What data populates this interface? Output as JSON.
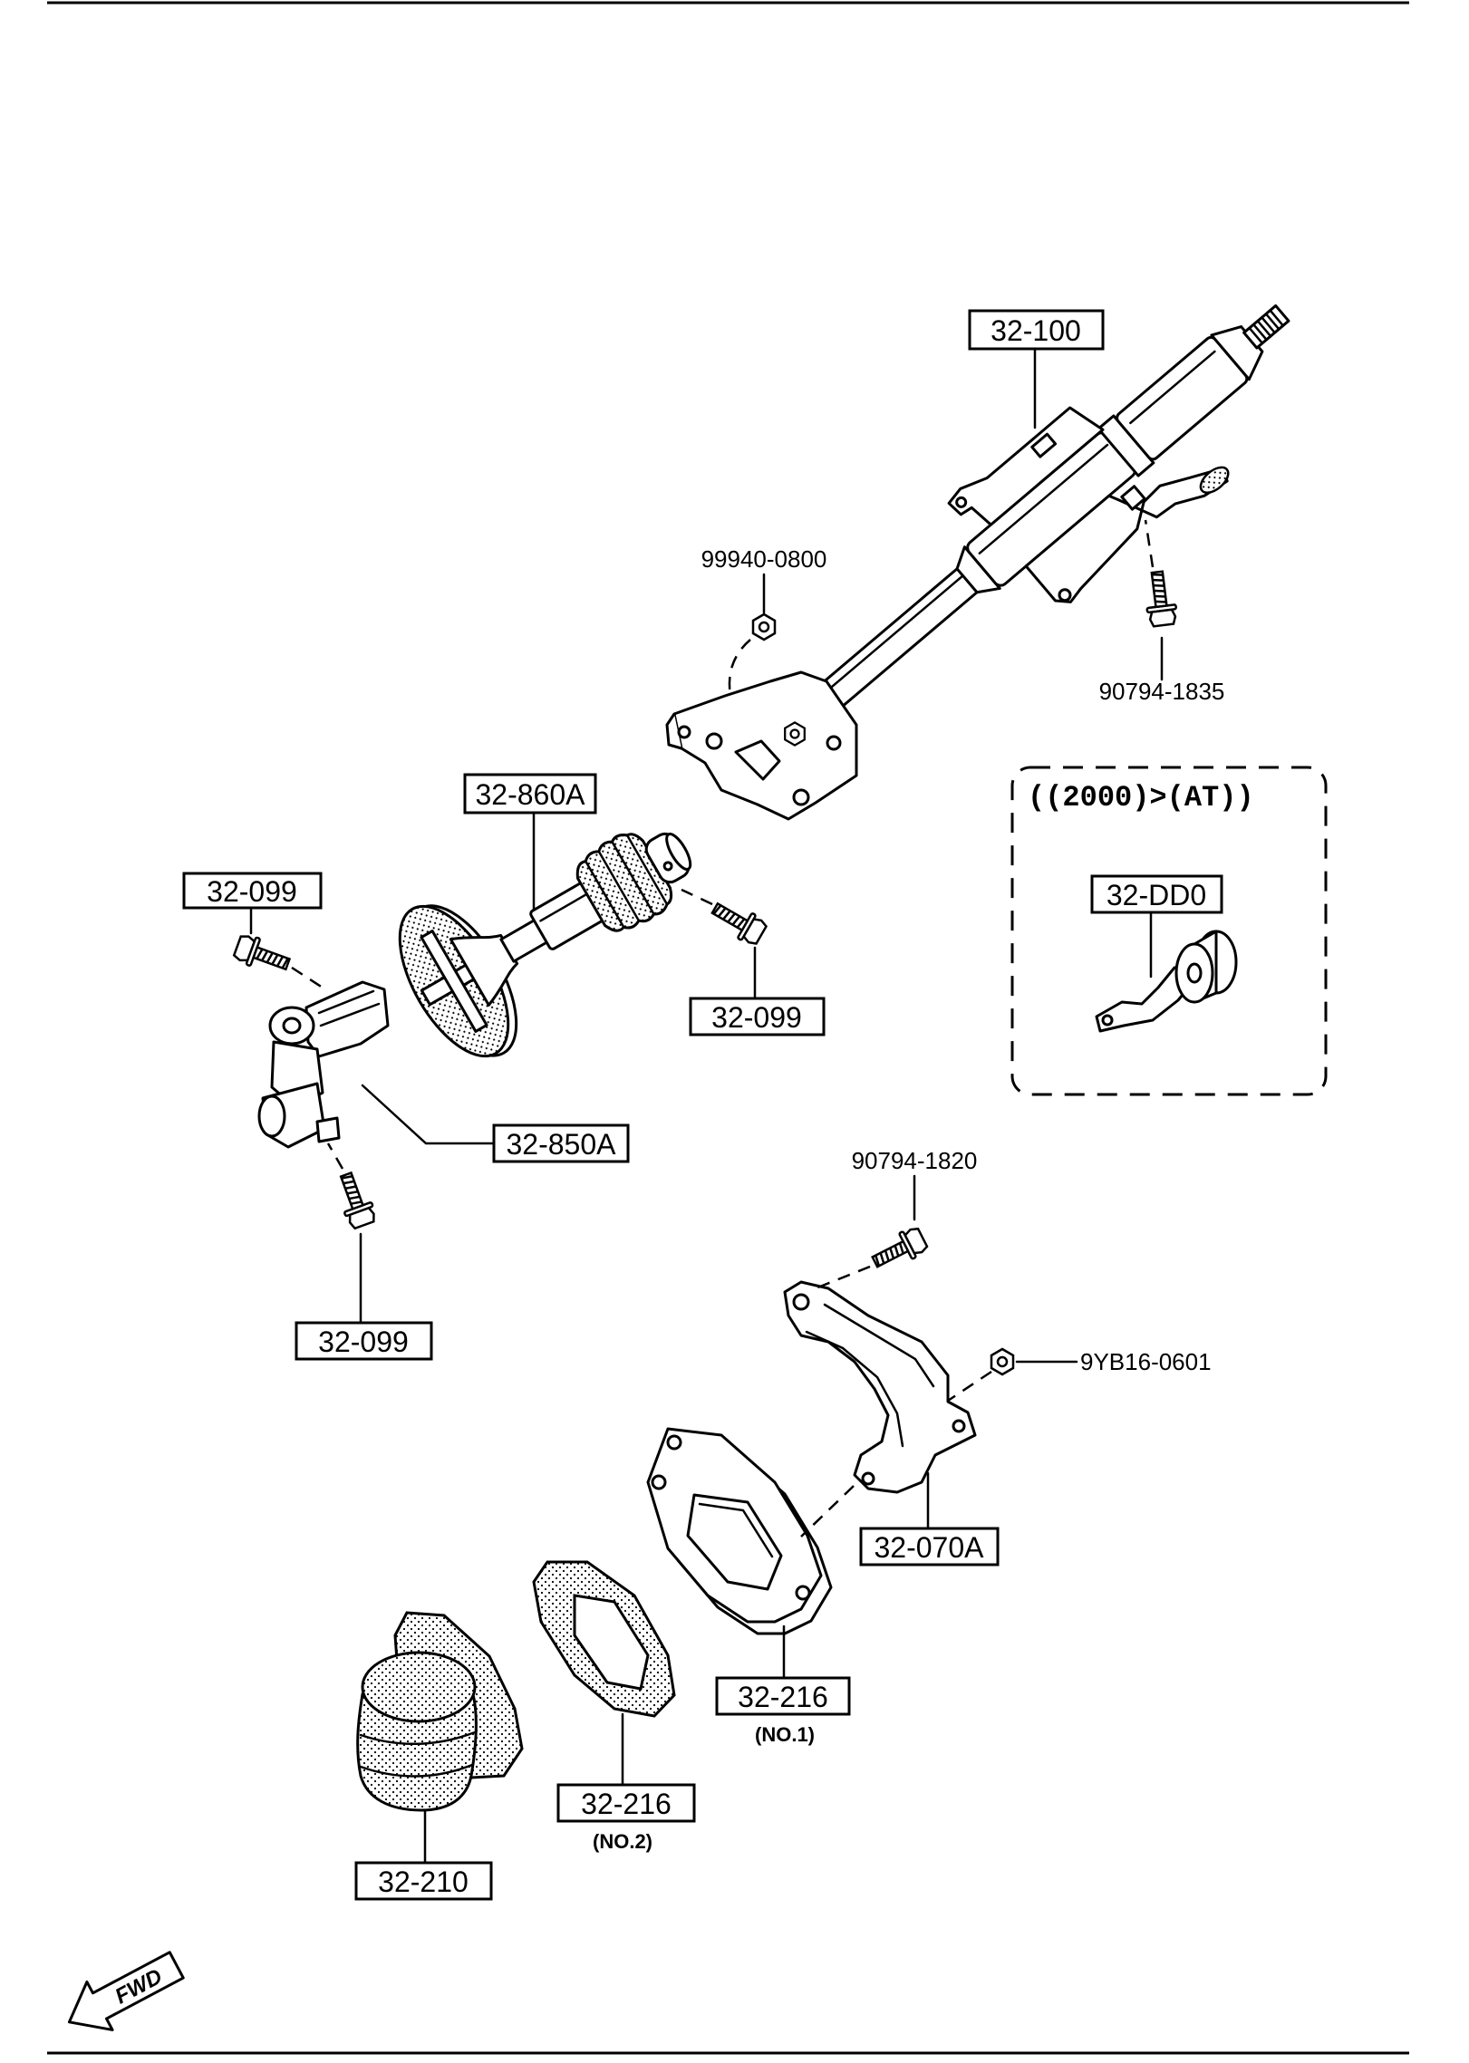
{
  "diagram": {
    "direction_label": "FWD",
    "variant_note": "((2000)>(AT))"
  },
  "callouts": {
    "steering_column": "32-100",
    "column_nut": "99940-0800",
    "column_bolt": "90794-1835",
    "intermediate_shaft": "32-860A",
    "variant_part": "32-DD0",
    "shaft_bolt_upper": "32-099",
    "shaft_bolt_right": "32-099",
    "universal_joint": "32-850A",
    "shaft_bolt_lower": "32-099",
    "bracket_bolt": "90794-1820",
    "bracket_nut": "9YB16-0601",
    "bracket": "32-070A",
    "plate_no1": "32-216",
    "plate_no1_note": "(NO.1)",
    "plate_no2": "32-216",
    "plate_no2_note": "(NO.2)",
    "boot": "32-210"
  }
}
